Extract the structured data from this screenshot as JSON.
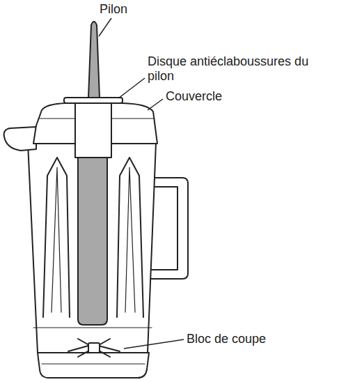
{
  "diagram": {
    "labels": [
      "Pilon",
      "Disque antiéclaboussures du pilon",
      "Couvercle",
      "Bloc de coupe"
    ]
  }
}
